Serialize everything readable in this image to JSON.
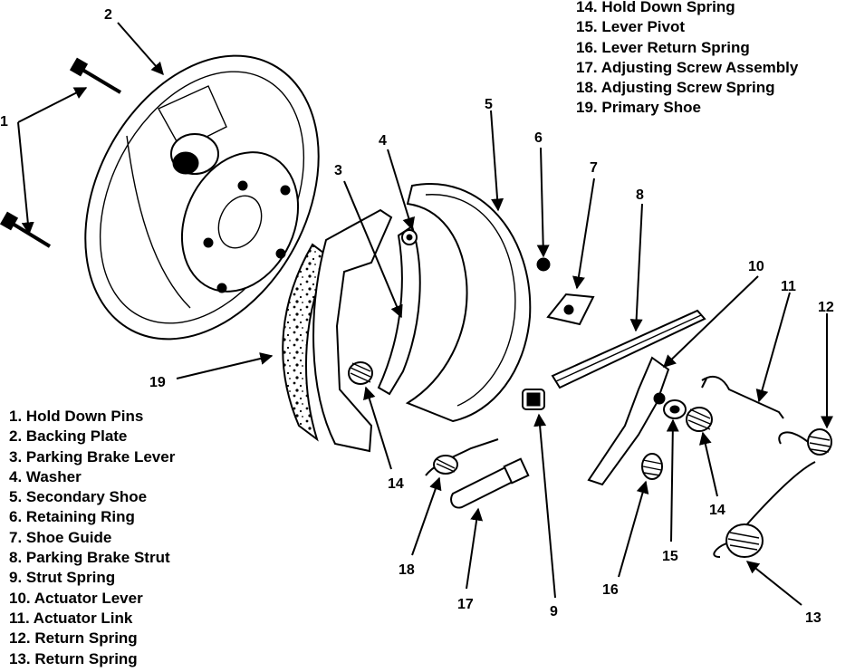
{
  "legend_left": [
    "1. Hold Down Pins",
    "2. Backing Plate",
    "3. Parking Brake Lever",
    "4. Washer",
    "5. Secondary Shoe",
    "6. Retaining Ring",
    "7. Shoe Guide",
    "8. Parking Brake Strut",
    "9. Strut Spring",
    "10. Actuator Lever",
    "11. Actuator Link",
    "12. Return Spring",
    "13. Return Spring"
  ],
  "legend_right": [
    "14. Hold Down Spring",
    "15. Lever Pivot",
    "16. Lever Return Spring",
    "17. Adjusting Screw Assembly",
    "18. Adjusting Screw Spring",
    "19. Primary Shoe"
  ],
  "callouts": {
    "c1": "1",
    "c2": "2",
    "c3": "3",
    "c4": "4",
    "c5": "5",
    "c6": "6",
    "c7": "7",
    "c8": "8",
    "c9": "9",
    "c10": "10",
    "c11": "11",
    "c12": "12",
    "c13": "13",
    "c14a": "14",
    "c14b": "14",
    "c15": "15",
    "c16": "16",
    "c17": "17",
    "c18": "18",
    "c19": "19"
  }
}
